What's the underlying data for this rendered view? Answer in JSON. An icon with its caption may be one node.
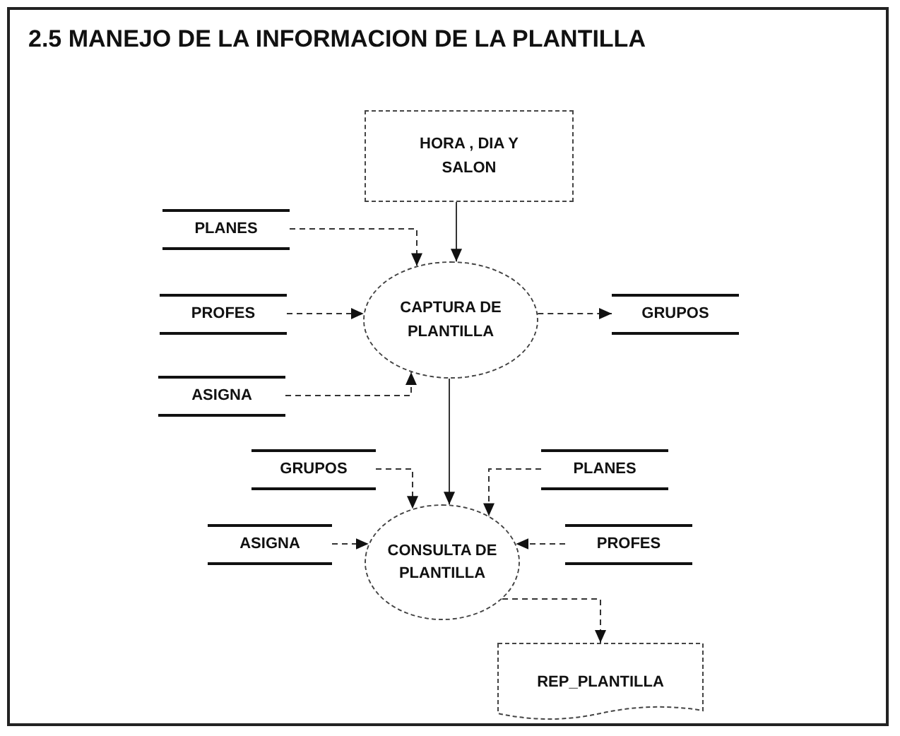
{
  "diagram": {
    "title": "2.5 MANEJO DE LA INFORMACION DE LA PLANTILLA",
    "nodes": [
      {
        "text": [
          "HORA , DIA Y SALON"
        ]
      },
      {
        "text": [
          "PLANES"
        ]
      },
      {
        "text": [
          "CAPTURA DE PLANTILLA"
        ]
      },
      {
        "text": [
          "PROFES"
        ]
      },
      {
        "text": [
          "GRUPOS"
        ]
      },
      {
        "text": [
          "ASIGNA"
        ]
      },
      {
        "text": [
          "GRUPOS"
        ]
      },
      {
        "text": [
          "PLANES"
        ]
      },
      {
        "text": [
          "ASIGNA"
        ]
      },
      {
        "text": [
          "CONSULTA DE PLANTILLA"
        ]
      },
      {
        "text": [
          "PROFES"
        ]
      },
      {
        "text": [
          "REP_PLANTILLA"
        ]
      }
    ],
    "edges": [
      {
        "from": 0,
        "to": 2,
        "arrow": "to"
      },
      {
        "from": 1,
        "to": 2,
        "arrow": "to",
        "style": "dashed"
      },
      {
        "from": 3,
        "to": 2,
        "arrow": "to",
        "style": "dashed"
      },
      {
        "from": 2,
        "to": 4,
        "arrow": "to",
        "style": "dashed"
      },
      {
        "from": 5,
        "to": 2,
        "arrow": "to",
        "style": "dashed"
      },
      {
        "from": 2,
        "to": 9,
        "arrow": "to"
      },
      {
        "from": 6,
        "to": 9,
        "arrow": "to",
        "style": "dashed"
      },
      {
        "from": 7,
        "to": 9,
        "arrow": "to",
        "style": "dashed"
      },
      {
        "from": 8,
        "to": 9,
        "arrow": "to",
        "style": "dashed"
      },
      {
        "from": 10,
        "to": 9,
        "arrow": "to",
        "style": "dashed"
      },
      {
        "from": 9,
        "to": 11,
        "arrow": "to",
        "style": "dashed"
      }
    ]
  }
}
